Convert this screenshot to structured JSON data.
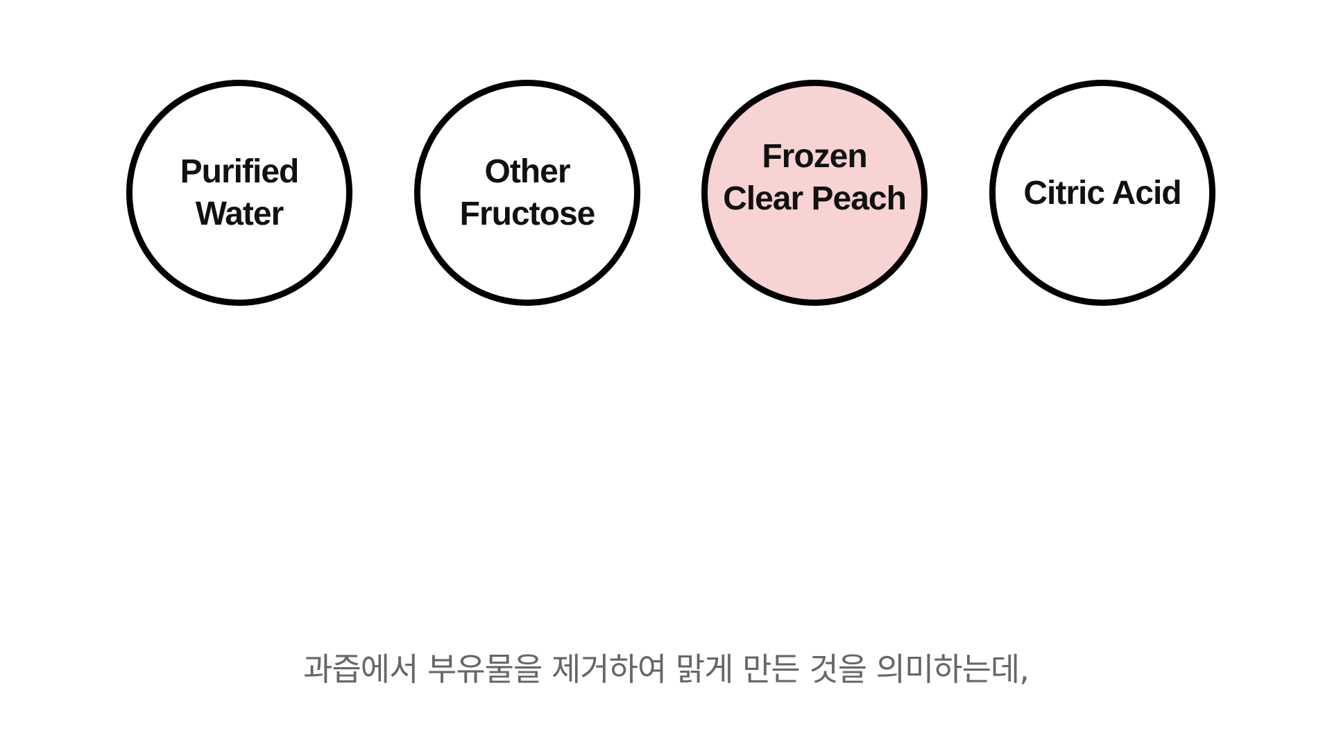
{
  "circles": [
    {
      "label": "Purified\nWater",
      "highlighted": false
    },
    {
      "label": "Other\nFructose",
      "highlighted": false
    },
    {
      "label": "Frozen\nClear Peach",
      "highlighted": true
    },
    {
      "label": "Citric Acid",
      "highlighted": false
    }
  ],
  "colors": {
    "circle_border": "#000000",
    "highlight_fill": "#f7d3d3",
    "subtitle_text": "#666666"
  },
  "subtitle": {
    "text": "과즙에서 부유물을 제거하여 맑게 만든 것을 의미하는데,"
  }
}
